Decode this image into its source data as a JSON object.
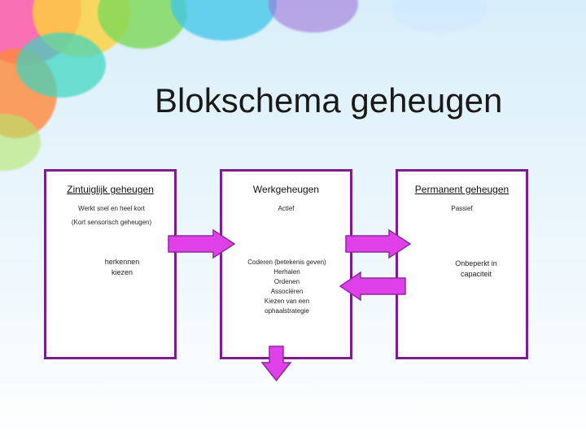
{
  "title": "Blokschema geheugen",
  "boxes": {
    "zintuiglijk": {
      "title": "Zintuiglijk geheugen",
      "line1": "Werkt snel en heel kort",
      "line2": "(Kort sensorisch geheugen)",
      "items": [
        "herkennen",
        "kiezen"
      ]
    },
    "werk": {
      "title": "Werkgeheugen",
      "line1": "Actief",
      "items": [
        "Coderen (betekenis geven)",
        "Herhalen",
        "Ordenen",
        "Associëren",
        "Kiezen van een",
        "ophaalstrategie"
      ]
    },
    "permanent": {
      "title": "Permanent geheugen",
      "line1": "Passief",
      "items": [
        "Onbeperkt in",
        "capaciteit"
      ]
    }
  },
  "colors": {
    "border": "#7a1e8e",
    "arrow_fill": "#e040e8",
    "arrow_stroke": "#8a2a9e"
  }
}
